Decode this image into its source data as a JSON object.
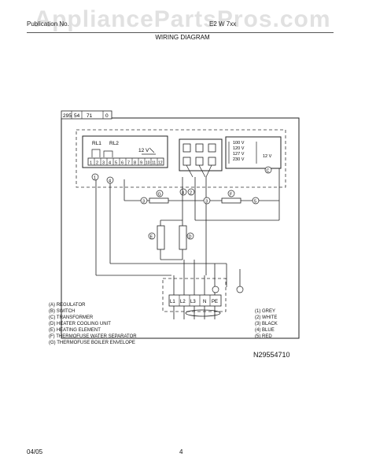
{
  "watermark": "AppliancePartsPros.com",
  "header": {
    "left": "Publication No.",
    "right": "E2 W 7xx",
    "title": "WIRING DIAGRAM"
  },
  "diagram": {
    "part_number": [
      "295",
      "54",
      "71",
      "0"
    ],
    "relays": [
      "RL1",
      "RL2"
    ],
    "control_voltage": "12 V",
    "terminals": [
      "1",
      "2",
      "3",
      "4",
      "5",
      "6",
      "7",
      "8",
      "9",
      "10",
      "11",
      "12"
    ],
    "transformer_voltages": [
      "100  V",
      "120  V",
      "127  V",
      "230  V"
    ],
    "transformer_secondary": "12 V",
    "supply_terminals": [
      "L1",
      "L2",
      "L3",
      "N",
      "PE"
    ],
    "drawing_number": "N29554710",
    "component_markers": [
      "A",
      "B",
      "C",
      "D",
      "E",
      "F",
      "G"
    ],
    "wire_markers": [
      "1",
      "2",
      "3",
      "4",
      "5"
    ]
  },
  "legend_components": [
    {
      "code": "A",
      "label": "REGULATOR"
    },
    {
      "code": "B",
      "label": "SWITCH"
    },
    {
      "code": "C",
      "label": "TRANSFORMER"
    },
    {
      "code": "D",
      "label": "HEATER COOLING UNIT"
    },
    {
      "code": "E",
      "label": "HEATING ELEMENT"
    },
    {
      "code": "F",
      "label": "THERMOFUSE WATER SEPARATOR"
    },
    {
      "code": "G",
      "label": "THERMOFUSE BOILER ENVELOPE"
    }
  ],
  "legend_wires": [
    {
      "code": "1",
      "label": "GREY"
    },
    {
      "code": "2",
      "label": "WHITE"
    },
    {
      "code": "3",
      "label": "BLACK"
    },
    {
      "code": "4",
      "label": "BLUE"
    },
    {
      "code": "5",
      "label": "RED"
    }
  ],
  "footer": {
    "date": "04/05",
    "page": "4"
  }
}
